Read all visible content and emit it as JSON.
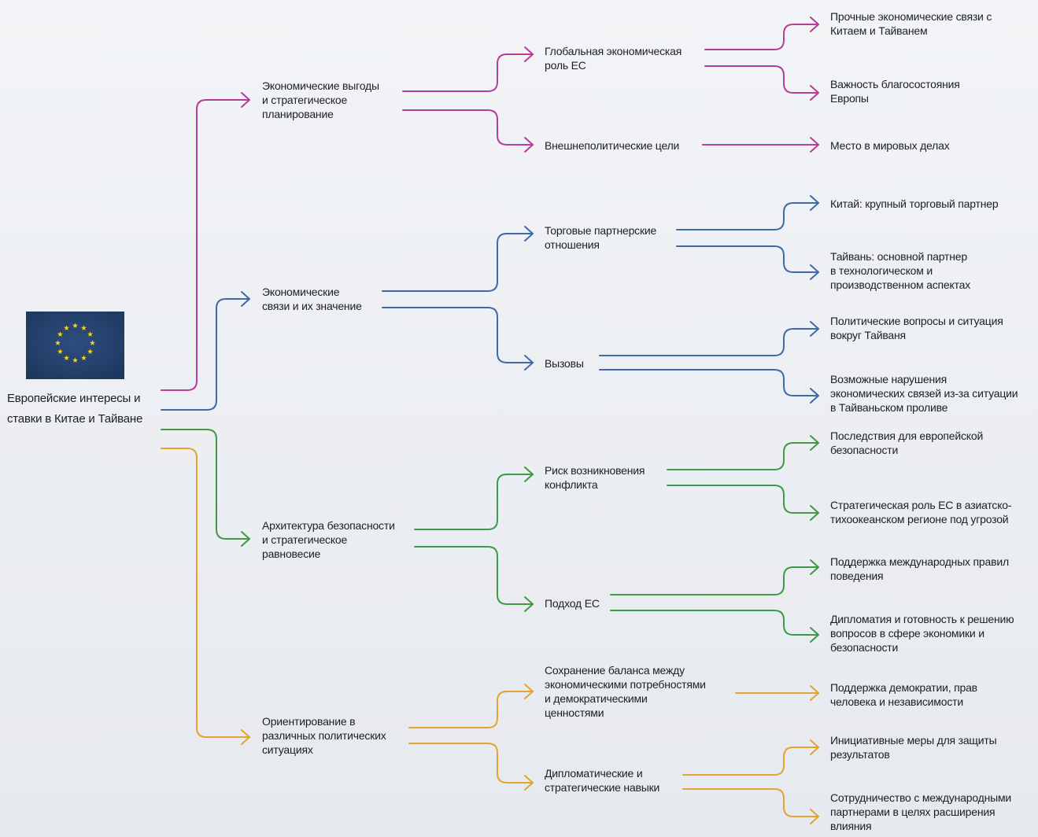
{
  "colors": {
    "purple": "#b73d97",
    "blue": "#3f6aa6",
    "green": "#3e9a46",
    "orange": "#e3a330",
    "flag_blue": "#24406b",
    "flag_star": "#f6d418"
  },
  "root": {
    "label": "Европейские интересы и\nставки в Китае и Тайване",
    "flag_icon": "eu-flag-icon"
  },
  "branches": [
    {
      "color": "purple",
      "label": "Экономические выгоды\nи стратегическое\nпланирование",
      "children": [
        {
          "label": "Глобальная экономическая\nроль ЕС",
          "children": [
            "Прочные экономические связи с\nКитаем и Тайванем",
            "Важность благосостояния\nЕвропы"
          ]
        },
        {
          "label": "Внешнеполитические цели",
          "children": [
            "Место в мировых делах"
          ]
        }
      ]
    },
    {
      "color": "blue",
      "label": "Экономические\nсвязи и их значение",
      "children": [
        {
          "label": "Торговые партнерские\nотношения",
          "children": [
            "Китай: крупный торговый партнер",
            "Тайвань: основной партнер\nв технологическом и\nпроизводственном аспектах"
          ]
        },
        {
          "label": "Вызовы",
          "children": [
            "Политические вопросы и ситуация\nвокруг Тайваня",
            "Возможные нарушения\nэкономических связей из-за ситуации\nв Тайваньском проливе"
          ]
        }
      ]
    },
    {
      "color": "green",
      "label": "Архитектура безопасности\nи стратегическое\nравновесие",
      "children": [
        {
          "label": "Риск возникновения\nконфликта",
          "children": [
            "Последствия для европейской\nбезопасности",
            "Стратегическая роль ЕС в азиатско-\nтихоокеанском регионе под угрозой"
          ]
        },
        {
          "label": "Подход ЕС",
          "children": [
            "Поддержка международных правил\nповедения",
            "Дипломатия и готовность к решению\nвопросов в сфере экономики и\nбезопасности"
          ]
        }
      ]
    },
    {
      "color": "orange",
      "label": "Ориентирование в\nразличных политических\nситуациях",
      "children": [
        {
          "label": "Сохранение баланса между\nэкономическими потребностями\nи демократическими\nценностями",
          "children": [
            "Поддержка демократии, прав\nчеловека и независимости"
          ]
        },
        {
          "label": "Дипломатические и\nстратегические навыки",
          "children": [
            "Инициативные меры для защиты\nрезультатов",
            "Сотрудничество с международными\nпартнерами в целях расширения\nвлияния"
          ]
        }
      ]
    }
  ]
}
